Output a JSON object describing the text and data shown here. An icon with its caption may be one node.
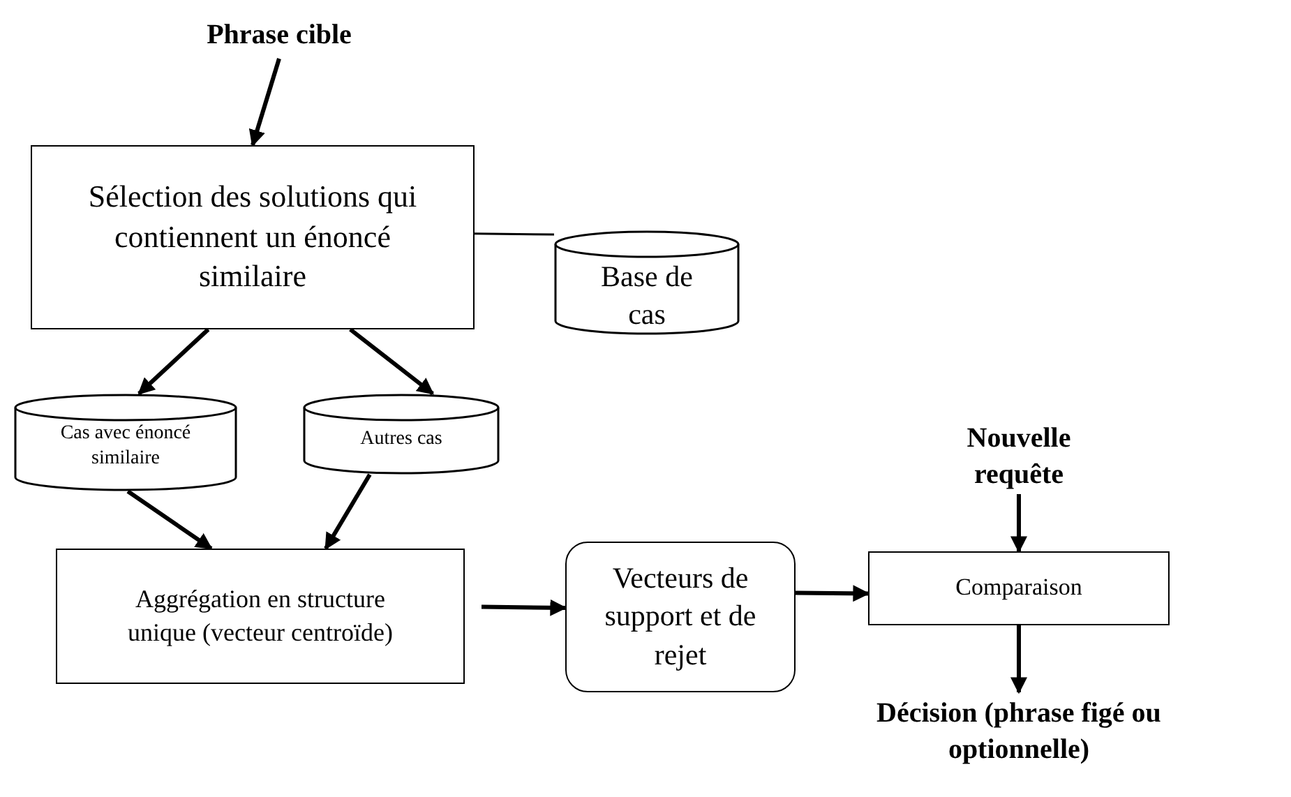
{
  "diagram": {
    "nodes": [
      {
        "text": [
          "Phrase cible"
        ]
      },
      {
        "text": [
          "Sélection des solutions qui contiennent un énoncé similaire"
        ]
      },
      {
        "text": [
          "Base de cas"
        ]
      },
      {
        "text": [
          "Cas avec énoncé similaire"
        ]
      },
      {
        "text": [
          "Autres cas"
        ]
      },
      {
        "text": [
          "Aggrégation en structure unique (vecteur centroïde)"
        ]
      },
      {
        "text": [
          "Vecteurs de support et de rejet"
        ]
      },
      {
        "text": [
          "Comparaison"
        ]
      },
      {
        "text": [
          "Nouvelle requête"
        ]
      },
      {
        "text": [
          "Décision (phrase figé ou optionnelle)"
        ]
      }
    ],
    "edges": [
      {
        "from": 0,
        "to": 1,
        "arrow": "to"
      },
      {
        "from": 1,
        "to": 2,
        "arrow": "none"
      },
      {
        "from": 1,
        "to": 3,
        "arrow": "to"
      },
      {
        "from": 1,
        "to": 4,
        "arrow": "to"
      },
      {
        "from": 3,
        "to": 5,
        "arrow": "to"
      },
      {
        "from": 4,
        "to": 5,
        "arrow": "to"
      },
      {
        "from": 5,
        "to": 6,
        "arrow": "to"
      },
      {
        "from": 6,
        "to": 7,
        "arrow": "to"
      },
      {
        "from": 8,
        "to": 7,
        "arrow": "to"
      },
      {
        "from": 7,
        "to": 9,
        "arrow": "to"
      }
    ]
  }
}
